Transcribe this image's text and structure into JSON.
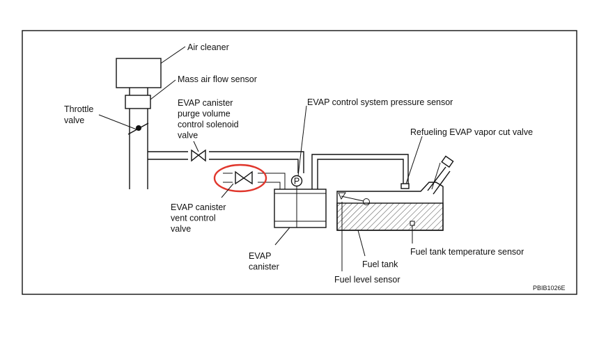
{
  "labels": {
    "air_cleaner": "Air cleaner",
    "mass_air_flow_sensor": "Mass air flow sensor",
    "throttle_valve": [
      "Throttle",
      "valve"
    ],
    "purge_valve": [
      "EVAP canister",
      "purge volume",
      "control solenoid",
      "valve"
    ],
    "pressure_sensor": "EVAP control system pressure sensor",
    "vapor_cut_valve": "Refueling EVAP vapor cut valve",
    "vent_valve": [
      "EVAP canister",
      "vent control",
      "valve"
    ],
    "canister": [
      "EVAP",
      "canister"
    ],
    "fuel_tank_temp_sensor": "Fuel tank temperature sensor",
    "fuel_tank": "Fuel tank",
    "fuel_level_sensor": "Fuel level sensor",
    "pressure_symbol": "P",
    "figure_code": "PBIB1026E"
  },
  "colors": {
    "highlight": "#e0362c",
    "line": "#111111"
  }
}
